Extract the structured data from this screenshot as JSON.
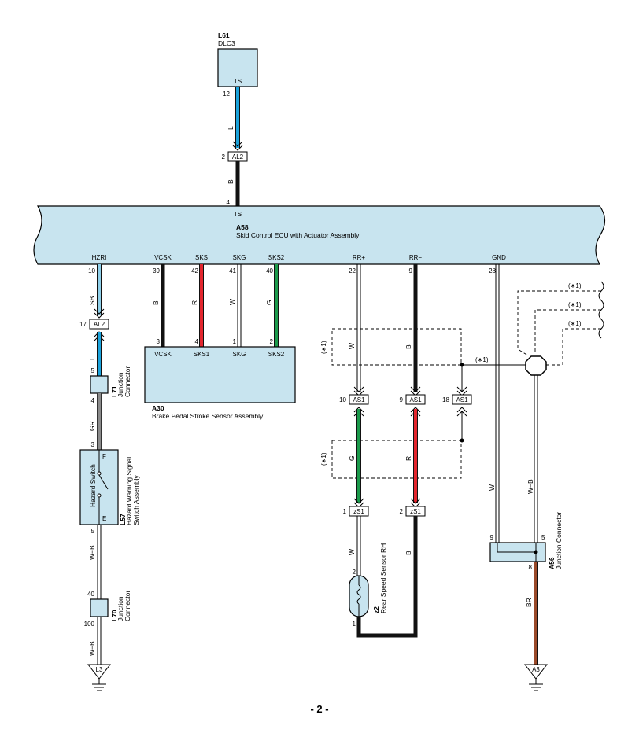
{
  "page_number": "- 2 -",
  "colors": {
    "blue": "#1ba3dc",
    "lightblue": "#8fd0ea",
    "black": "#111111",
    "red": "#e3262e",
    "green": "#1b9a4b",
    "gray": "#8a8a8a",
    "brown": "#9a4a2a",
    "component_fill": "#c8e4ef"
  },
  "components": {
    "l61": {
      "code": "L61",
      "name": "DLC3",
      "pin_name": "TS",
      "pin_no": "12"
    },
    "al2_top": {
      "name": "AL2",
      "pin_in": "2"
    },
    "a58": {
      "code": "A58",
      "name": "Skid Control ECU with Actuator Assembly",
      "top_pin_name": "TS",
      "top_pin_no": "4",
      "pins": [
        {
          "name": "HZRI",
          "no": "10"
        },
        {
          "name": "VCSK",
          "no": "39"
        },
        {
          "name": "SKS",
          "no": "42"
        },
        {
          "name": "SKG",
          "no": "41"
        },
        {
          "name": "SKS2",
          "no": "40"
        },
        {
          "name": "RR+",
          "no": "22"
        },
        {
          "name": "RR−",
          "no": "9"
        },
        {
          "name": "GND",
          "no": "28"
        }
      ]
    },
    "a30": {
      "code": "A30",
      "name": "Brake Pedal Stroke Sensor Assembly",
      "pins": [
        {
          "name": "VCSK",
          "no": "3"
        },
        {
          "name": "SKS1",
          "no": "4"
        },
        {
          "name": "SKG",
          "no": "1"
        },
        {
          "name": "SKS2",
          "no": "2"
        }
      ]
    },
    "al2_left": {
      "name": "AL2",
      "pin": "17"
    },
    "l71": {
      "code": "L71",
      "name_line1": "Junction",
      "name_line2": "Connector",
      "pin_top": "5",
      "pin_bottom": "4"
    },
    "l57": {
      "code": "L57",
      "name_line1": "Hazard Warning Signal",
      "name_line2": "Switch Assembly",
      "inner_label": "Hazard Switch",
      "pin_f": "F",
      "pin_e": "E",
      "pin_top": "3",
      "pin_bottom": "5"
    },
    "l70": {
      "code": "L70",
      "name_line1": "Junction",
      "name_line2": "Connector",
      "pin_top": "40",
      "pin_bottom": "100"
    },
    "l3": {
      "name": "L3"
    },
    "as1": [
      {
        "name": "AS1",
        "pin": "10"
      },
      {
        "name": "AS1",
        "pin": "9"
      },
      {
        "name": "AS1",
        "pin": "18"
      }
    ],
    "zs1": [
      {
        "name": "zS1",
        "pin": "1"
      },
      {
        "name": "zS1",
        "pin": "2"
      }
    ],
    "z2": {
      "code": "z2",
      "name": "Rear Speed Sensor RH",
      "pin_top": "2",
      "pin_bottom": "1"
    },
    "a56": {
      "code": "A56",
      "name": "Junction Connector",
      "pin_left": "9",
      "pin_right": "5",
      "pin_bottom": "8"
    },
    "a3": {
      "name": "A3"
    }
  },
  "wire_colors": {
    "l61_to_al2": "L",
    "al2_to_a58": "B",
    "hzri": "SB",
    "al2_to_l71": "L",
    "l71_to_l57": "GR",
    "l57_to_l70": "W−B",
    "l70_to_l3": "W−B",
    "vcsk": "B",
    "sks": "R",
    "skg": "W",
    "sks2": "G",
    "rrplus_top": "W",
    "rrminus_top": "B",
    "rrplus_mid": "G",
    "rrminus_mid": "R",
    "rrplus_bottom": "W",
    "rrminus_bottom": "B",
    "gnd": "W",
    "shield": "W−B",
    "a56_to_a3": "BR"
  },
  "notes": {
    "star1": "(∗1)"
  }
}
